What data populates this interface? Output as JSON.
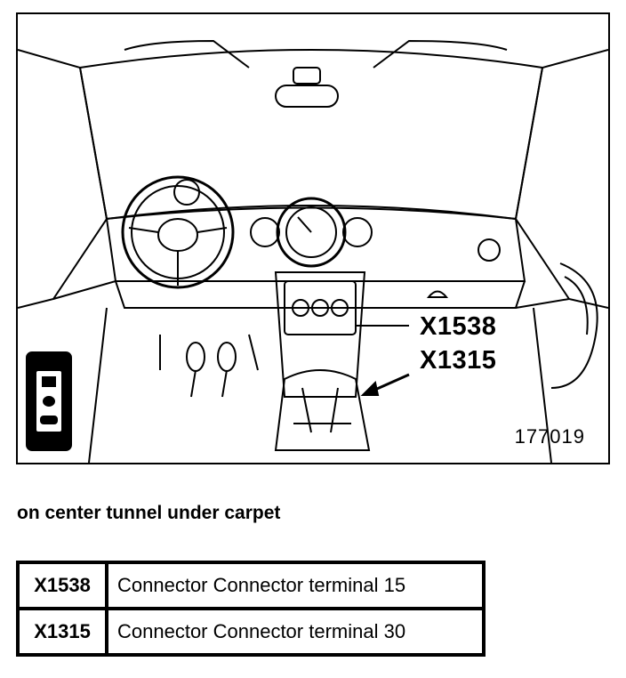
{
  "figure": {
    "callouts": [
      "X1538",
      "X1315"
    ],
    "figure_number": "177019"
  },
  "caption": "on center tunnel under carpet",
  "table": {
    "rows": [
      {
        "id": "X1538",
        "description": "Connector Connector terminal 15"
      },
      {
        "id": "X1315",
        "description": "Connector Connector terminal 30"
      }
    ]
  }
}
